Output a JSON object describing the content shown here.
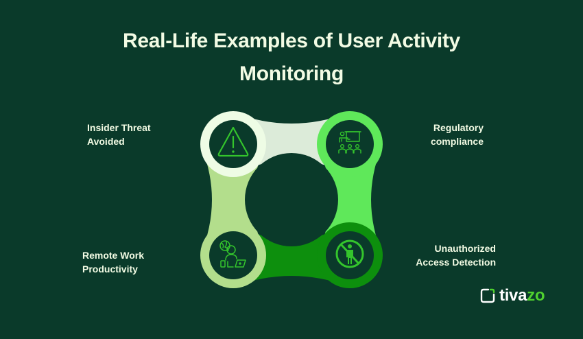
{
  "title": {
    "line1": "Real-Life Examples of User Activity",
    "line2": "Monitoring"
  },
  "nodes": [
    {
      "id": "top-left",
      "label_lines": [
        "Insider Threat",
        "Avoided"
      ],
      "icon": "warning-triangle-icon",
      "ring_color": "#eefce5"
    },
    {
      "id": "top-right",
      "label_lines": [
        "Regulatory",
        "compliance"
      ],
      "icon": "presentation-audience-icon",
      "ring_color": "#5fe85a"
    },
    {
      "id": "bottom-left",
      "label_lines": [
        "Remote Work",
        "Productivity"
      ],
      "icon": "remote-worker-laptop-icon",
      "ring_color": "#b3de8c"
    },
    {
      "id": "bottom-right",
      "label_lines": [
        "Unauthorized",
        "Access Detection"
      ],
      "icon": "no-person-prohibited-icon",
      "ring_color": "#0d8f0d"
    }
  ],
  "connectors": {
    "top": "#dcebd9",
    "right": "#5fe85a",
    "bottom": "#0d8f0d",
    "left": "#b3de8c"
  },
  "colors": {
    "background": "#0a3a2a",
    "text": "#f2fbe4",
    "icon_stroke": "#34c52c"
  },
  "logo": {
    "text_main": "tiva",
    "text_accent": "zo",
    "icon": "tivazo-logo-icon"
  }
}
